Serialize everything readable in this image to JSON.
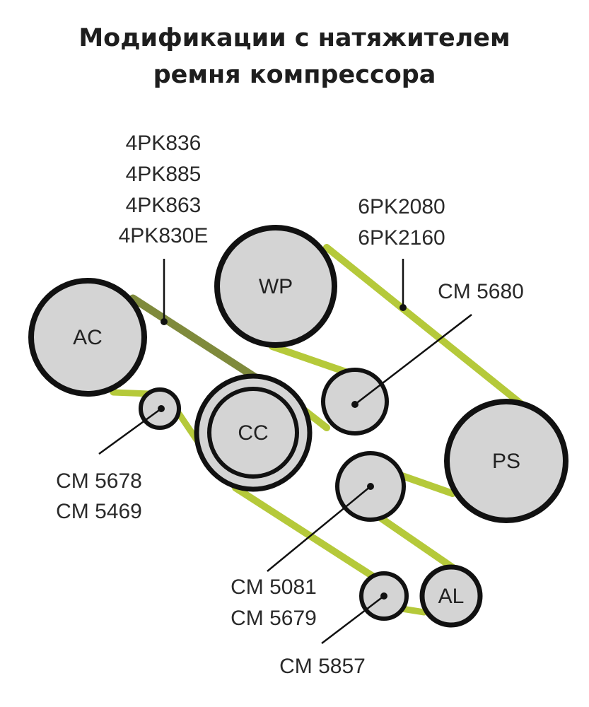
{
  "title": {
    "line1": "Модификации с натяжителем",
    "line2": "ремня компрессора"
  },
  "colors": {
    "belt_primary": "#b5c93a",
    "belt_secondary": "#7f8a3c",
    "pulley_fill": "#d4d4d4",
    "outline": "#111111",
    "text": "#2a2a2a"
  },
  "pulleys": {
    "ac": "AC",
    "wp": "WP",
    "cc": "CC",
    "ps": "PS",
    "al": "AL"
  },
  "belts": {
    "group_4pk": [
      "4PK836",
      "4PK885",
      "4PK863",
      "4PK830E"
    ],
    "group_6pk": [
      "6PK2080",
      "6PK2160"
    ]
  },
  "tensioners": {
    "cm5680": "CM 5680",
    "cm5678": "CM 5678",
    "cm5469": "CM 5469",
    "cm5081": "CM 5081",
    "cm5679": "CM 5679",
    "cm5857": "CM 5857"
  }
}
